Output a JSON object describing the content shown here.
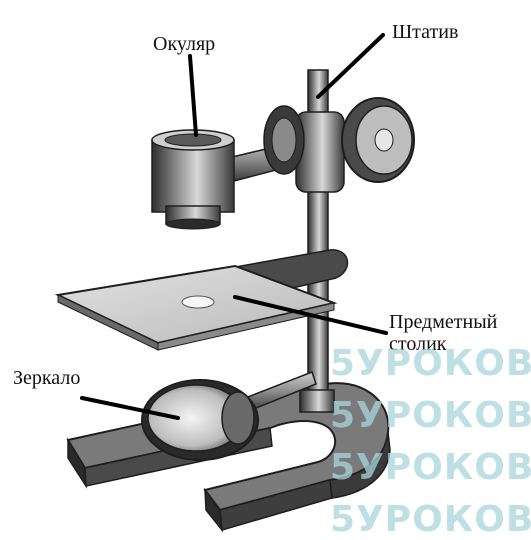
{
  "labels": {
    "eyepiece": "Окуляр",
    "stand": "Штатив",
    "stage": "Предметный\nстолик",
    "mirror": "Зеркало"
  },
  "watermark": {
    "text": "5УРОКОВ",
    "color": "#a9d6dc"
  }
}
